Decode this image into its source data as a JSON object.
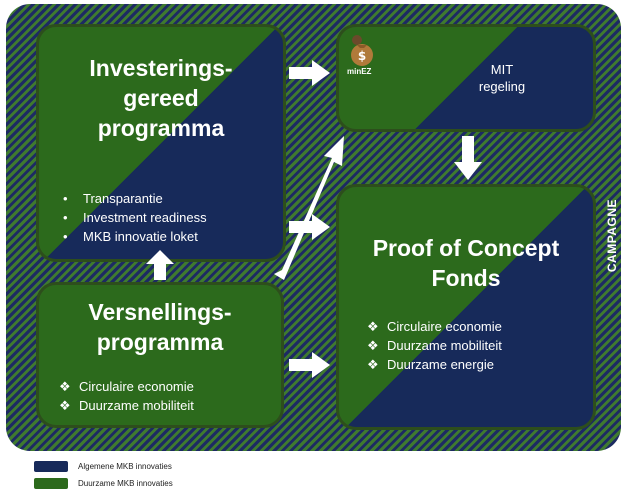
{
  "colors": {
    "navy": "#172a5a",
    "green": "#2c6a1c",
    "border_green": "#2d4e1c",
    "stripe_blue": "#1d2a63",
    "stripe_green": "#3f7a2f",
    "arrow": "#ffffff"
  },
  "boxes": {
    "investeringsgereed": {
      "title_lines": [
        "Investerings-",
        "gereed",
        "programma"
      ],
      "bullets": [
        "Transparantie",
        "Investment readiness",
        "MKB innovatie loket"
      ]
    },
    "mit": {
      "mascot_label": "minEZ",
      "title_lines": [
        "MIT",
        "regeling"
      ],
      "icon": "money-bag-icon"
    },
    "versnellings": {
      "title_lines": [
        "Versnellings-",
        "programma"
      ],
      "bullets": [
        "Circulaire economie",
        "Duurzame mobiliteit"
      ]
    },
    "poc": {
      "title_lines": [
        "Proof of Concept",
        "Fonds"
      ],
      "bullets": [
        "Circulaire economie",
        "Duurzame mobiliteit",
        "Duurzame energie"
      ]
    }
  },
  "side_label": "CAMPAGNE",
  "legend": [
    {
      "color": "#172a5a",
      "label": "Algemene MKB innovaties"
    },
    {
      "color": "#2c6a1c",
      "label": "Duurzame MKB innovaties"
    }
  ]
}
